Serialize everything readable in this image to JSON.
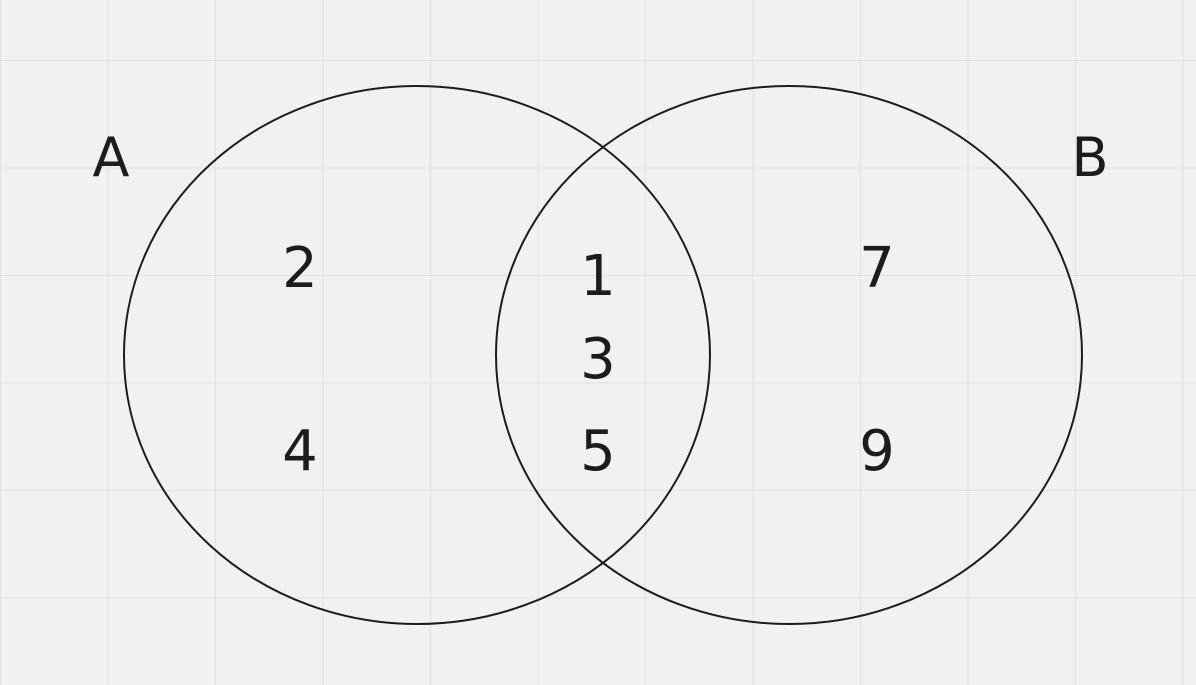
{
  "sets": [
    {
      "label": "A",
      "only": [
        "2",
        "4"
      ]
    },
    {
      "label": "B",
      "only": [
        "7",
        "9"
      ]
    }
  ],
  "intersection": [
    "1",
    "3",
    "5"
  ],
  "colors": {
    "background": "#f1f1f1",
    "grid": "#e1e1e1",
    "stroke": "#1c1c1c",
    "text": "#1c1c1c"
  }
}
